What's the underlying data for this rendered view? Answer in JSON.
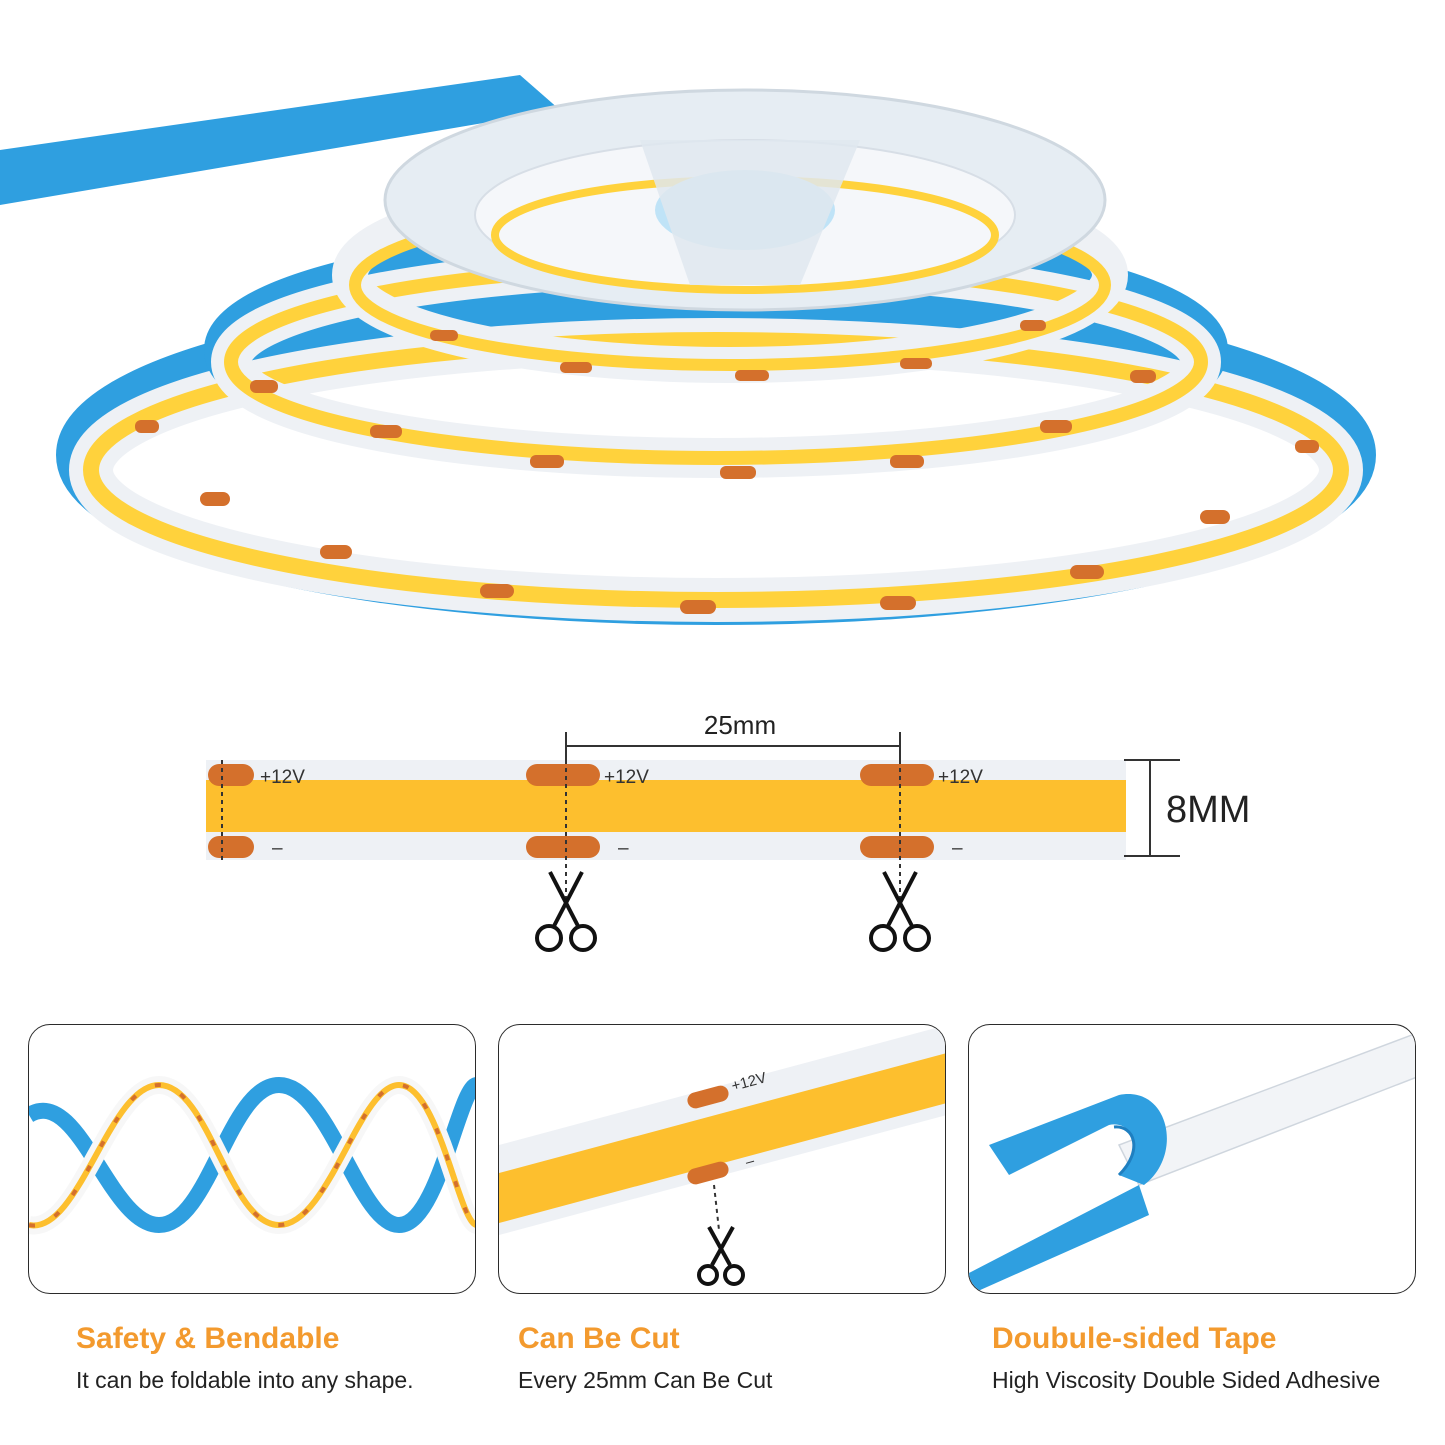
{
  "strip_marks": {
    "positive": "+12V",
    "negative": "–"
  },
  "dimensions": {
    "cut_interval": "25mm",
    "width": "8MM"
  },
  "features": [
    {
      "title": "Safety & Bendable",
      "description": "It can be foldable into any shape."
    },
    {
      "title": "Can Be Cut",
      "description": "Every 25mm Can Be Cut"
    },
    {
      "title": "Doubule-sided Tape",
      "description": "High Viscosity Double Sided Adhesive"
    }
  ],
  "colors": {
    "led_yellow": "#ffd23c",
    "led_orange": "#fdbf2e",
    "pad_copper": "#d4702c",
    "backing_blue": "#2f9fe0",
    "accent_orange": "#f39a2e",
    "pcb_white": "#eef1f5"
  }
}
